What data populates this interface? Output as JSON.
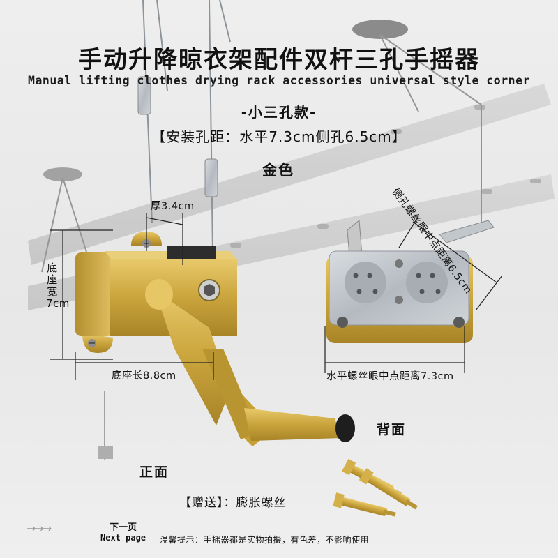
{
  "title_cn": "手动升降晾衣架配件双杆三孔手摇器",
  "title_en": "Manual lifting clothes drying rack accessories universal style corner",
  "subtitle": "-小三孔款-",
  "spec": "【安装孔距：水平7.3cm侧孔6.5cm】",
  "color_label": "金色",
  "dimensions": {
    "thickness": "厚3.4cm",
    "base_width": "底座宽7cm",
    "base_length": "底座长8.8cm",
    "horizontal_hole": "水平螺丝眼中点距离7.3cm",
    "side_hole": "侧孔螺丝眼中点距离6.5cm"
  },
  "front_label": "正面",
  "back_label": "背面",
  "gift": "【赠送】：膨胀螺丝",
  "footer": {
    "next_cn": "下一页",
    "next_en": "Next page",
    "tip": "温馨提示：手摇器都是实物拍摄，有色差，不影响使用",
    "arrows": "→→→"
  },
  "colors": {
    "gold": "#c9a43c",
    "background": "#ececec",
    "text": "#111111"
  }
}
